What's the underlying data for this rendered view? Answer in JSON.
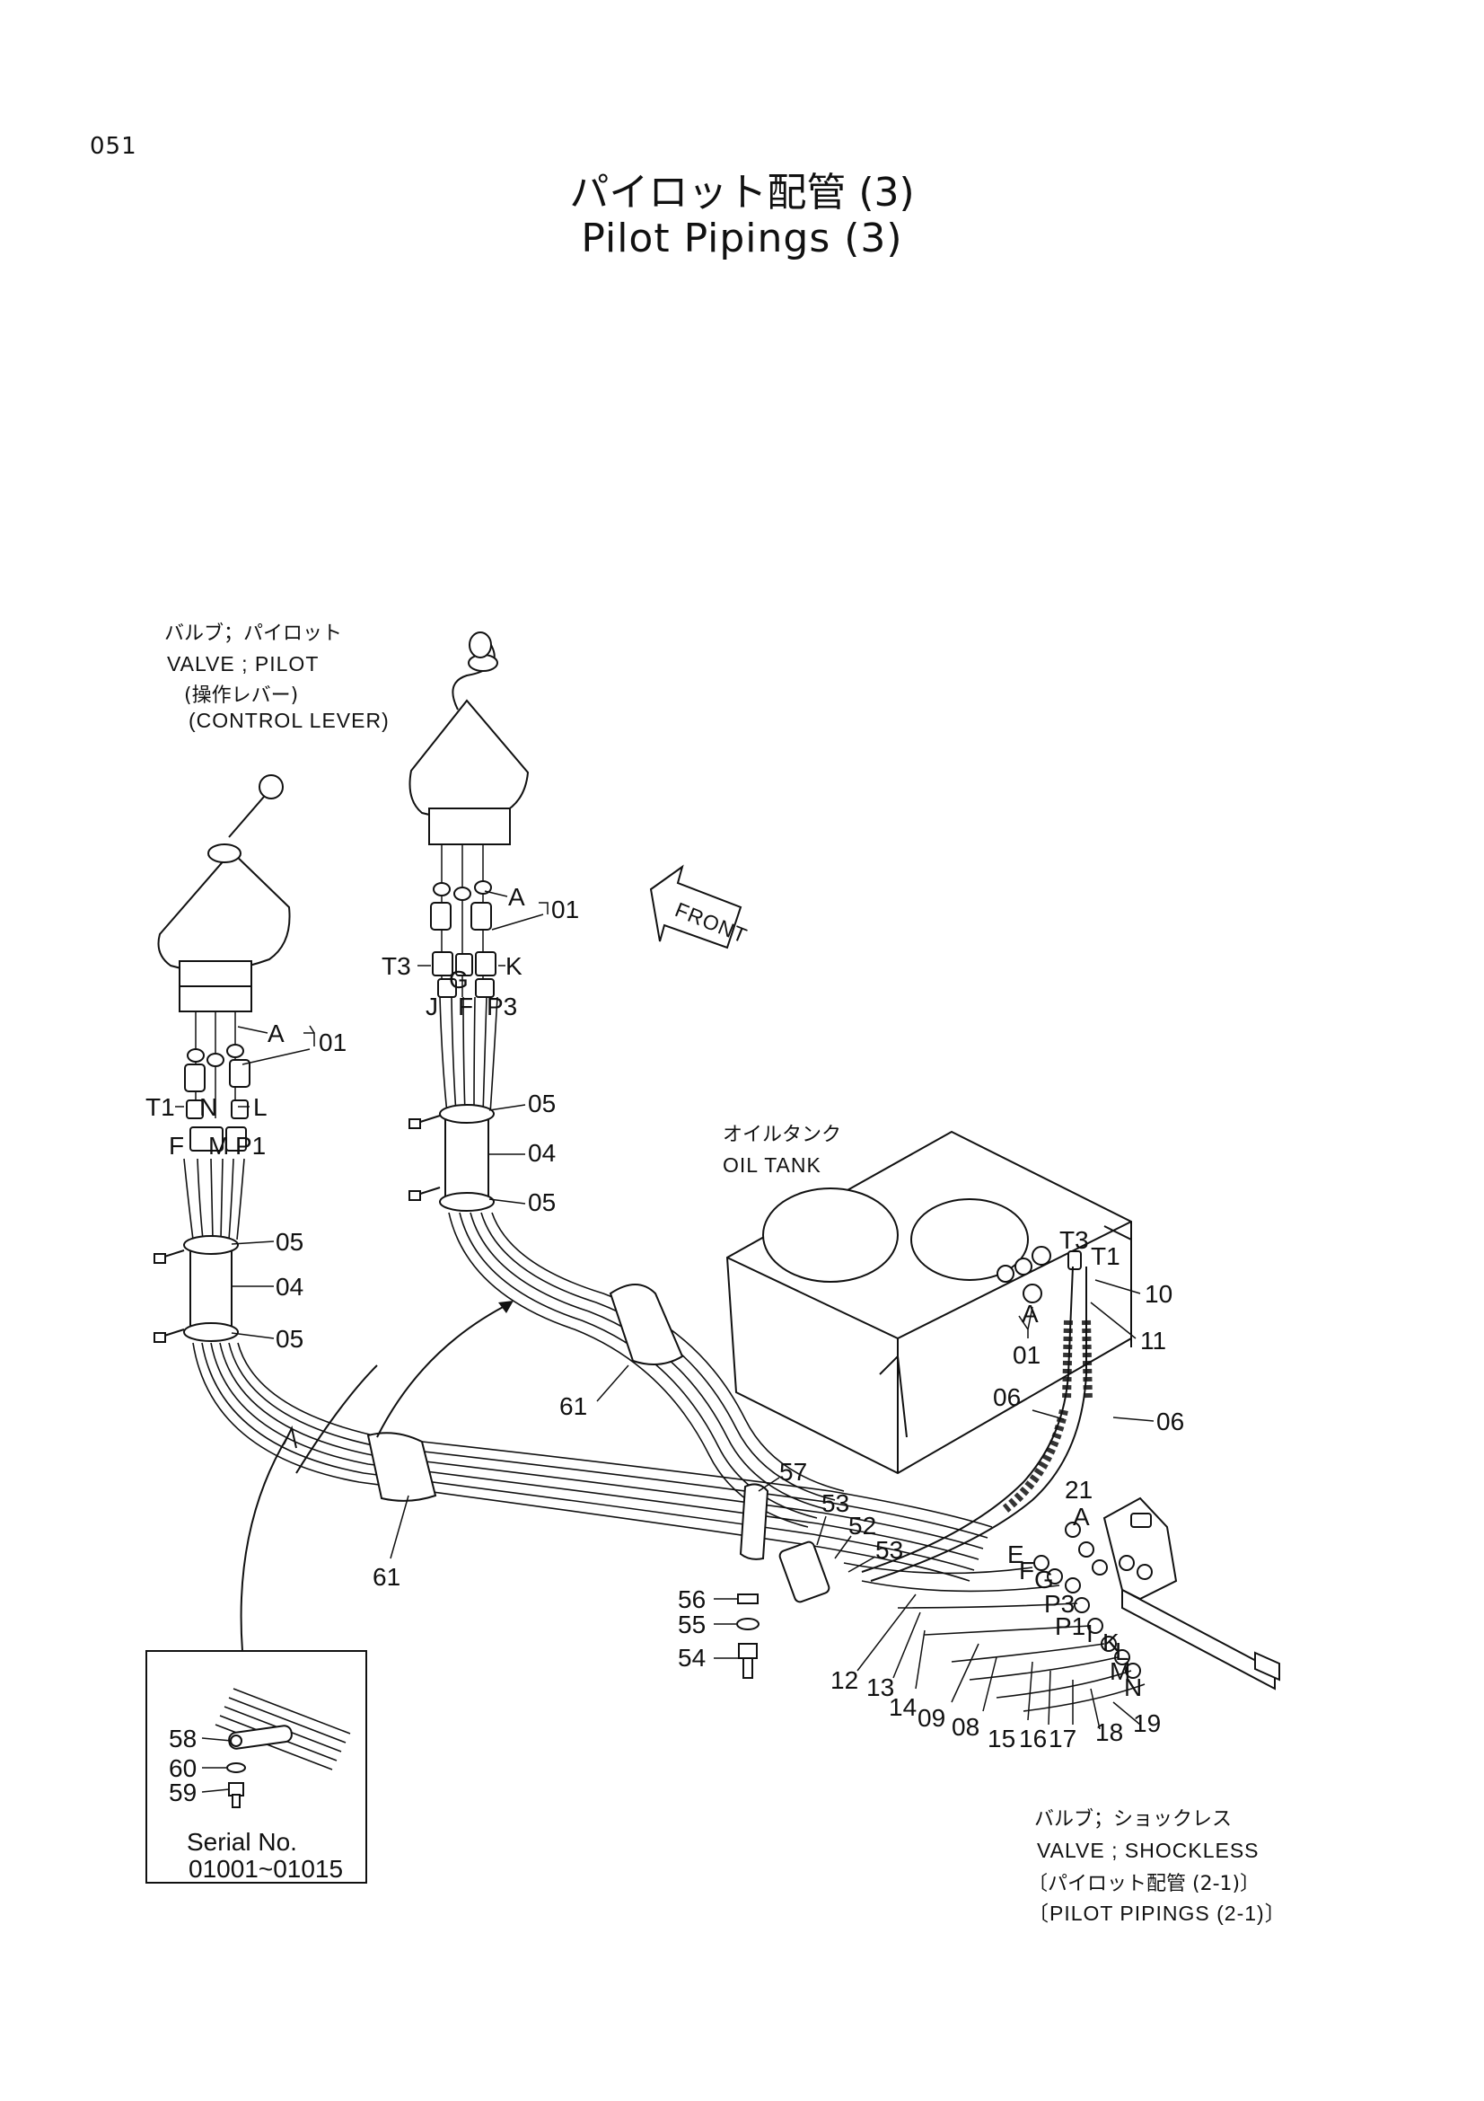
{
  "page": {
    "number": "051",
    "title_jp": "パイロット配管 (3)",
    "title_en": "Pilot Pipings (3)"
  },
  "notes": {
    "valve_pilot": [
      "バルブ；パイロット",
      "VALVE ; PILOT",
      "(操作レバー)",
      "(CONTROL LEVER)"
    ],
    "oil_tank": [
      "オイルタンク",
      "OIL TANK"
    ],
    "valve_shockless": [
      "バルブ；ショックレス",
      "VALVE ; SHOCKLESS",
      "〔パイロット配管 (2-1)〕",
      "〔PILOT PIPINGS (2-1)〕"
    ],
    "front": "FRONT",
    "serial_label": "Serial No.",
    "serial_range": "01001~01015"
  },
  "callouts": {
    "left_valve": [
      "A",
      "01",
      "T1",
      "N",
      "L",
      "F",
      "M",
      "P1",
      "05",
      "04",
      "05"
    ],
    "right_valve": [
      "A",
      "01",
      "T3",
      "G",
      "K",
      "J",
      "F",
      "P3",
      "05",
      "04",
      "05"
    ],
    "tank": [
      "T3",
      "T1",
      "10",
      "11",
      "A",
      "01",
      "06",
      "06"
    ],
    "harness": [
      "61",
      "61",
      "57",
      "53",
      "52",
      "53",
      "56",
      "55",
      "54"
    ],
    "shockless": [
      "21",
      "A",
      "E",
      "F",
      "G",
      "P3",
      "P1",
      "I",
      "K",
      "L",
      "M",
      "N"
    ],
    "hoses": [
      "12",
      "13",
      "14",
      "09",
      "08",
      "15",
      "16",
      "17",
      "18",
      "19"
    ],
    "inset": [
      "58",
      "60",
      "59"
    ]
  }
}
